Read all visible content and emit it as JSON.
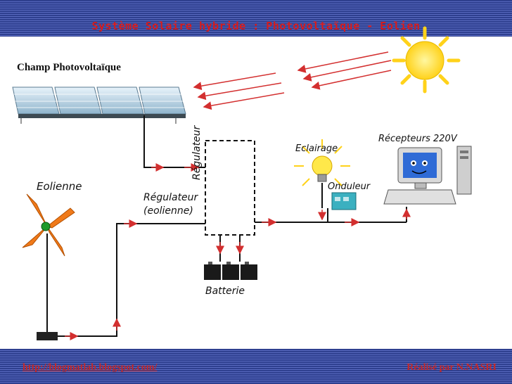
{
  "header": {
    "title": "Système Solaire hybride : Photovoltaïque - Eolien"
  },
  "diagram": {
    "pv_field_label": "Champ Photovoltaïque",
    "wind_label": "Eolienne",
    "wind_regulator_label": "Régulateur\n(eolienne)",
    "regulator_label": "Régulateur",
    "lighting_label": "Eclairage",
    "inverter_label": "Onduleur",
    "receivers_label": "Récepteurs 220V",
    "battery_label": "Batterie"
  },
  "footer": {
    "link_text": "http://blogmatlab.blogspot.com/",
    "author": "Réalisé par N.NASRI"
  },
  "colors": {
    "band": "#2e3f8f",
    "title": "#d81b1b",
    "footer_text": "#c62828",
    "wire": "#111111",
    "arrow": "#d32f2f",
    "sun": "#ffe033"
  }
}
